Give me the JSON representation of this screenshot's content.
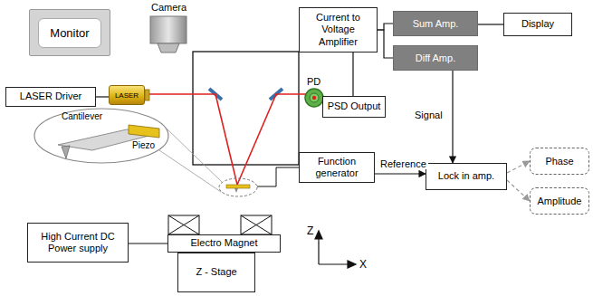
{
  "diagram": {
    "nodes": [
      {
        "text": [
          "Monitor"
        ]
      },
      {
        "text": [
          "LASER Driver"
        ]
      },
      {
        "text": [
          "LASER"
        ]
      },
      {
        "text": [
          "Current to Voltage Amplifier"
        ]
      },
      {
        "text": [
          "PSD Output"
        ]
      },
      {
        "text": [
          "Sum Amp."
        ]
      },
      {
        "text": [
          "Diff Amp."
        ]
      },
      {
        "text": [
          "Display"
        ]
      },
      {
        "text": [
          "Function generator"
        ]
      },
      {
        "text": [
          "Lock in amp."
        ]
      },
      {
        "text": [
          "Phase"
        ]
      },
      {
        "text": [
          "Amplitude"
        ]
      },
      {
        "text": [
          "High Current DC Power supply"
        ]
      },
      {
        "text": [
          "Electro Magnet"
        ]
      },
      {
        "text": [
          "Z - Stage"
        ]
      }
    ],
    "edges": [
      {
        "from": 1,
        "to": 2,
        "arrow": "none"
      },
      {
        "from": 4,
        "to": 3,
        "arrow": "none"
      },
      {
        "from": 3,
        "to": 5,
        "arrow": "none"
      },
      {
        "from": 3,
        "to": 6,
        "arrow": "none"
      },
      {
        "from": 5,
        "to": 7,
        "arrow": "none"
      },
      {
        "from": 6,
        "to": 9,
        "label": "Signal",
        "arrow": "to"
      },
      {
        "from": 8,
        "to": 9,
        "label": "Reference",
        "arrow": "to"
      },
      {
        "from": 9,
        "to": 10,
        "arrow": "to"
      },
      {
        "from": 9,
        "to": 11,
        "arrow": "to"
      },
      {
        "from": 12,
        "to": 13,
        "arrow": "none"
      }
    ],
    "labels": [
      "Camera",
      "PD",
      "Cantilever",
      "Piezo",
      "Z",
      "X"
    ]
  }
}
